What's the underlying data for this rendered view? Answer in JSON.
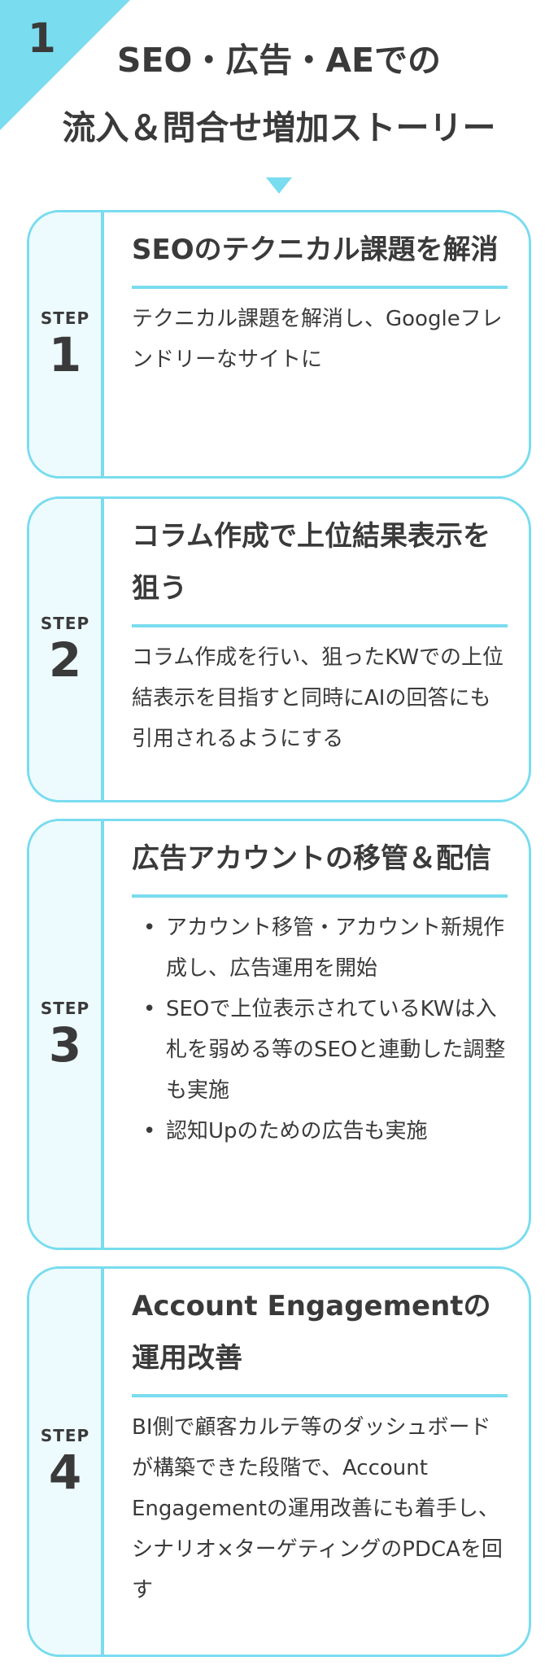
{
  "header": {
    "number": "1",
    "title_line1": "SEO・広告・AEでの",
    "title_line2": "流入＆問合せ増加ストーリー"
  },
  "steps": [
    {
      "word": "STEP",
      "number": "1",
      "title": "SEOのテクニカル課題を解消",
      "description": "テクニカル課題を解消し、Googleフレンドリーなサイトに"
    },
    {
      "word": "STEP",
      "number": "2",
      "title": "コラム作成で上位結果表示を狙う",
      "description": "コラム作成を行い、狙ったKWでの上位結表示を目指すと同時にAIの回答にも引用されるようにする"
    },
    {
      "word": "STEP",
      "number": "3",
      "title": "広告アカウントの移管＆配信",
      "bullets": [
        "アカウント移管・アカウント新規作成し、広告運用を開始",
        "SEOで上位表示されているKWは入札を弱める等のSEOと連動した調整も実施",
        "認知Upのための広告も実施"
      ]
    },
    {
      "word": "STEP",
      "number": "4",
      "title": "Account Engagementの運用改善",
      "description": "BI側で顧客カルテ等のダッシュボードが構築できた段階で、Account Engagementの運用改善にも着手し、シナリオ×ターゲティングのPDCAを回す"
    }
  ],
  "colors": {
    "accent": "#79dcef",
    "panel": "#eefbfe",
    "text": "#3a3a3a"
  }
}
